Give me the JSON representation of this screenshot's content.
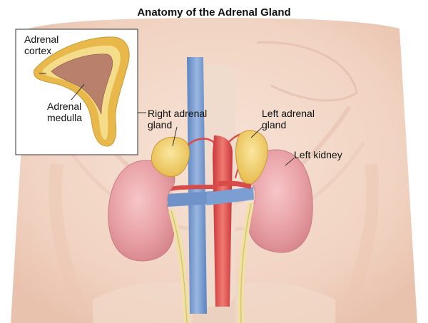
{
  "title": "Anatomy of the Adrenal Gland",
  "labels": {
    "adrenal_cortex": [
      "Adrenal",
      "cortex"
    ],
    "adrenal_medulla": [
      "Adrenal",
      "medulla"
    ],
    "right_adrenal_gland": [
      "Right adrenal",
      "gland"
    ],
    "left_adrenal_gland": [
      "Left adrenal",
      "gland"
    ],
    "left_kidney": "Left kidney"
  },
  "colors": {
    "skin": "#f6e0d2",
    "kidney": "#e9a0a6",
    "adrenal": "#f2cf6a",
    "cortex": "#e8b84a",
    "medulla": "#b9806c",
    "vena_cava": "#6f93c9",
    "aorta": "#d94a4a",
    "ureter": "#f0e2a0"
  }
}
